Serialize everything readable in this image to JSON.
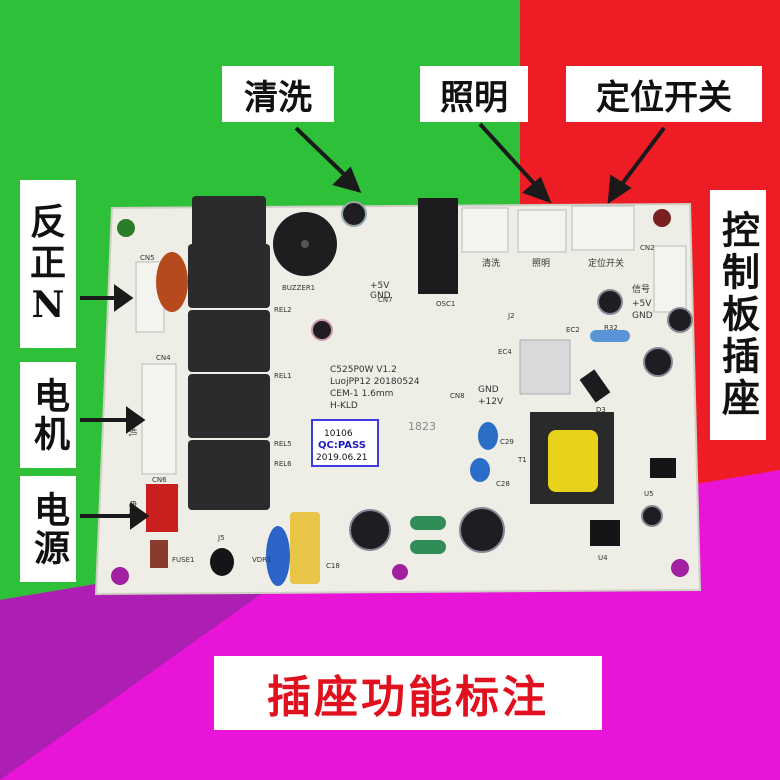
{
  "labels": {
    "clean": "清洗",
    "lighting": "照明",
    "position_switch": "定位开关",
    "control_board_socket": "控制板插座",
    "reverse": "反",
    "forward": "正",
    "neutral": "N",
    "motor": "电机",
    "power": "电源",
    "footer": "插座功能标注"
  },
  "board": {
    "model_line1": "C525P0W V1.2",
    "model_line2": "LuojPP12  20180524",
    "model_line3": "CEM-1     1.6mm",
    "model_line4": "H-KLD",
    "qc_line1": "10106",
    "qc_line2": "QC:PASS",
    "qc_line3": "2019.06.21",
    "code_1823": "1823",
    "silk_clean": "清洗",
    "silk_lighting": "照明",
    "silk_position": "定位开关",
    "silk_signal": "信号",
    "silk_5v": "+5V",
    "silk_gnd": "GND",
    "silk_5v_b": "+5V",
    "silk_gnd_b": "GND",
    "silk_12v": "+12V",
    "silk_gnd_c": "GND",
    "buzzer": "BUZZER1",
    "osc": "OSC1",
    "ref_cn2": "CN2",
    "ref_cn4": "CN4",
    "ref_cn5": "CN5",
    "ref_cn6": "CN6",
    "ref_cn7": "CN7",
    "ref_cn8": "CN8",
    "ref_rel1": "REL1",
    "ref_rel2": "REL2",
    "ref_rel5": "REL5",
    "ref_rel6": "REL6",
    "ref_r32": "R32",
    "ref_c28": "C28",
    "ref_c29": "C29",
    "ref_c18": "C18",
    "ref_fuse": "FUSE1",
    "ref_vdr": "VDR1",
    "ref_j5": "J5",
    "ref_j2": "J2",
    "ref_t1": "T1",
    "ref_d3": "D3",
    "ref_u4": "U4",
    "ref_u5": "U5",
    "ref_ec4": "EC4",
    "ref_ec2": "EC2",
    "silk_motor": "电机",
    "silk_power": "电源"
  },
  "colors": {
    "green": "#2fc03a",
    "red": "#ee1c24",
    "purple": "#ad1fb2",
    "magenta": "#e815d8",
    "board": "#eeeee6",
    "relay": "#2b2b2e",
    "connector": "#f3f3ef",
    "footer_text": "#e0101e"
  }
}
